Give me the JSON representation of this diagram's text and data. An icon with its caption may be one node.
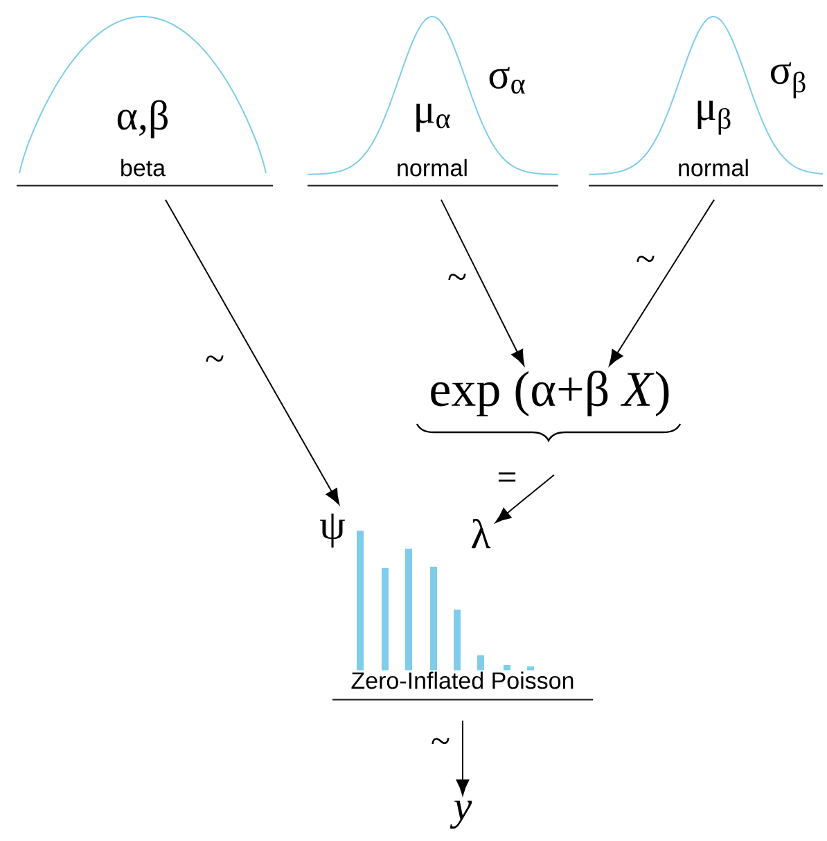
{
  "diagram": {
    "nodes": [
      {
        "text": [
          "α,β",
          "beta"
        ]
      },
      {
        "text": [
          "μ$_{α}$",
          "σ$_{α}$",
          "normal"
        ]
      },
      {
        "text": [
          "μ$_{β}$",
          "σ$_{β}$",
          "normal"
        ]
      },
      {
        "text": [
          "exp (α+β *X*)"
        ]
      },
      {
        "text": [
          "ψ"
        ]
      },
      {
        "text": [
          "λ"
        ]
      },
      {
        "text": [
          "Zero-Inflated Poisson"
        ]
      },
      {
        "text": [
          "y"
        ]
      }
    ],
    "edges": [
      {
        "from": 0,
        "to": 4,
        "arrow": "to",
        "label": "~"
      },
      {
        "from": 1,
        "to": 3,
        "arrow": "to",
        "label": "~"
      },
      {
        "from": 2,
        "to": 3,
        "arrow": "to",
        "label": "~"
      },
      {
        "from": 3,
        "to": 5,
        "arrow": "to",
        "label": "="
      },
      {
        "from": 6,
        "to": 7,
        "arrow": "to",
        "label": "~"
      }
    ]
  }
}
